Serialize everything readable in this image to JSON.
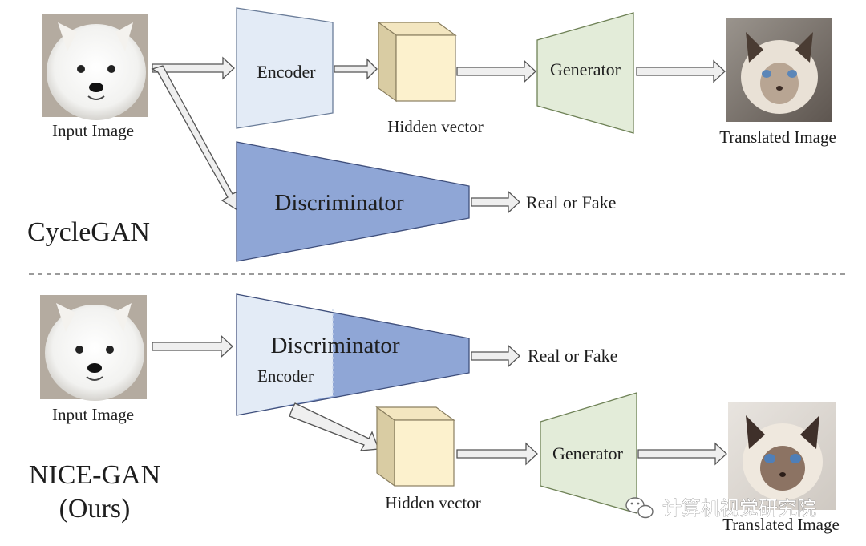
{
  "top": {
    "section_label": "CycleGAN",
    "input_label": "Input Image",
    "encoder_label": "Encoder",
    "hidden_label": "Hidden vector",
    "generator_label": "Generator",
    "output_label": "Translated Image",
    "discriminator_label": "Discriminator",
    "real_fake_label": "Real or Fake"
  },
  "bottom": {
    "section_label": "NICE-GAN",
    "section_sublabel": "(Ours)",
    "input_label": "Input Image",
    "discriminator_label": "Discriminator",
    "encoder_label": "Encoder",
    "real_fake_label": "Real or Fake",
    "hidden_label": "Hidden vector",
    "generator_label": "Generator",
    "output_label": "Translated Image"
  },
  "watermark": {
    "text": "计算机视觉研究院",
    "icon": "wechat-icon"
  },
  "colors": {
    "encoder_fill": "#e3ebf6",
    "generator_fill": "#e3ecd9",
    "discriminator_fill": "#8fa6d6",
    "hidden_top": "#f3e6c0",
    "hidden_front": "#fcf1cd",
    "hidden_side": "#d9cca3"
  }
}
